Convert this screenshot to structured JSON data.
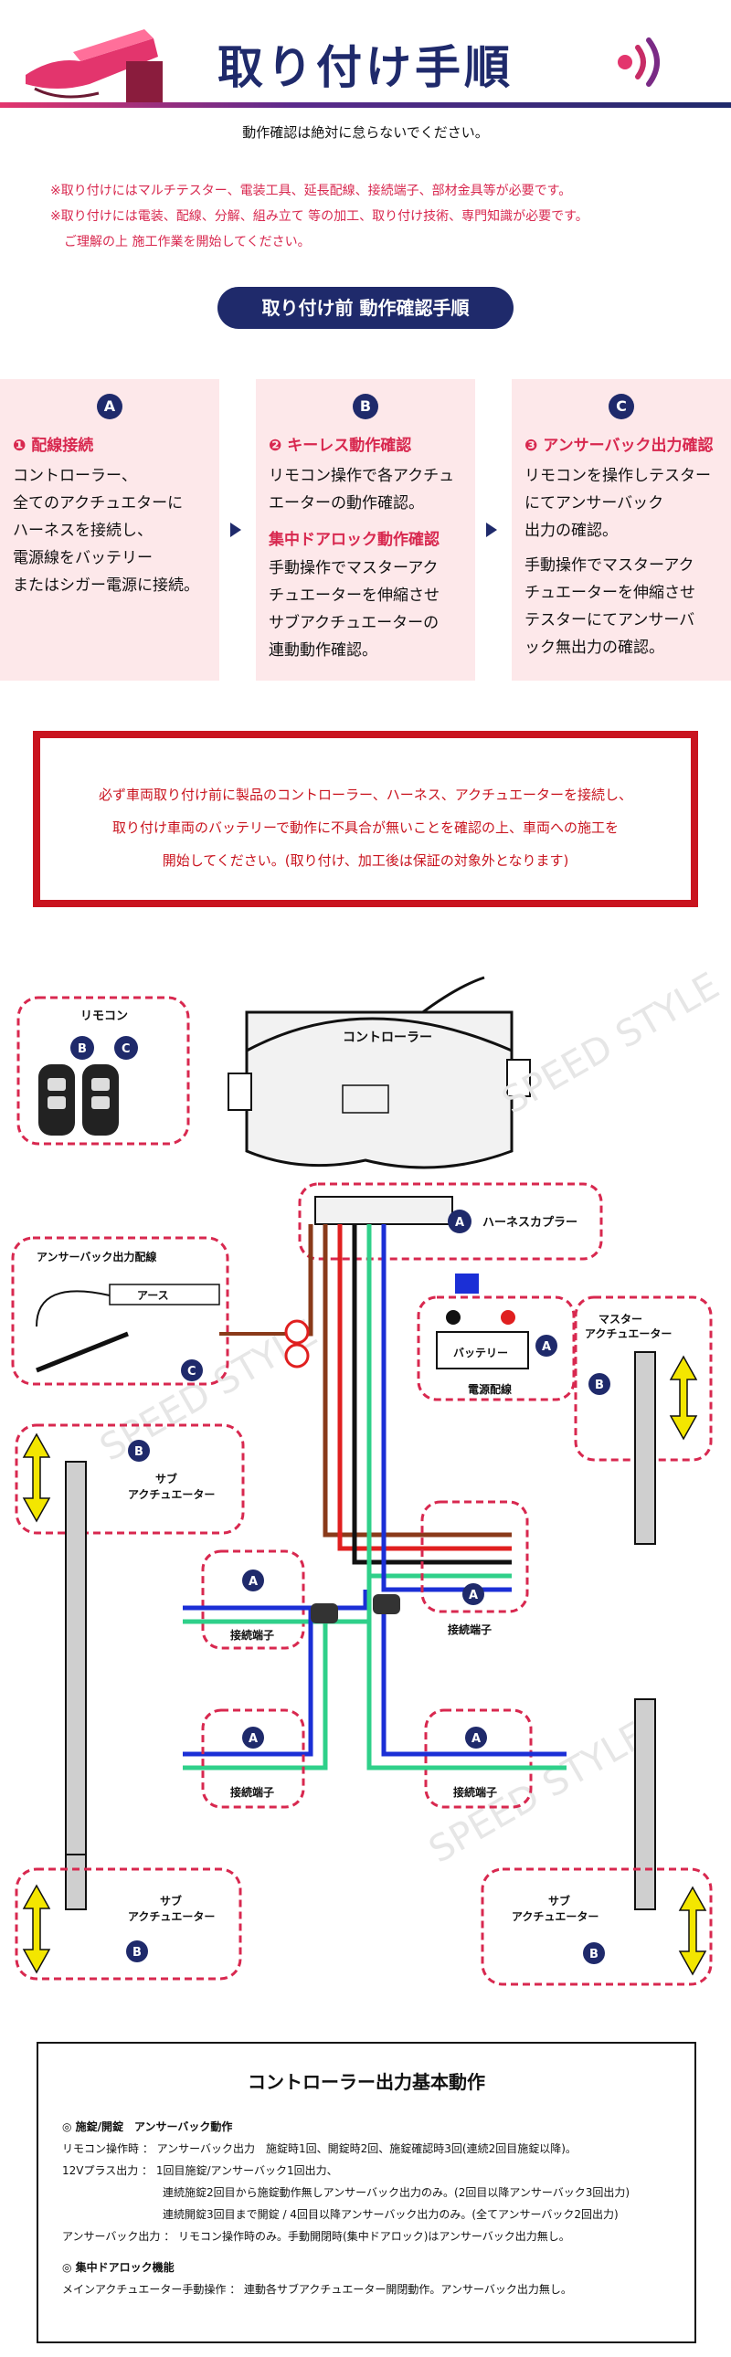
{
  "header": {
    "title": "取り付け手順",
    "subtitle": "動作確認は絶対に怠らないでください。"
  },
  "notes": [
    "※取り付けにはマルチテスター、電装工具、延長配線、接続端子、部材金具等が必要です。",
    "※取り付けには電装、配線、分解、組み立て 等の加工、取り付け技術、専門知識が必要です。",
    "ご理解の上 施工作業を開始してください。"
  ],
  "section_pill": "取り付け前 動作確認手順",
  "cards": [
    {
      "badge": "A",
      "heading": "❶ 配線接続",
      "body": [
        "コントローラー、",
        "全てのアクチュエターに",
        "ハーネスを接続し、",
        "電源線をバッテリー",
        "またはシガー電源に接続。"
      ]
    },
    {
      "badge": "B",
      "heading": "❷ キーレス動作確認",
      "body": [
        "リモコン操作で各アクチュ",
        "エーターの動作確認。"
      ],
      "heading2": "集中ドアロック動作確認",
      "body2": [
        "手動操作でマスターアク",
        "チュエーターを伸縮させ",
        "サブアクチュエーターの",
        "連動動作確認。"
      ]
    },
    {
      "badge": "C",
      "heading": "❸ アンサーバック出力確認",
      "body": [
        "リモコンを操作しテスター",
        "にてアンサーバック",
        "出力の確認。"
      ],
      "body2": [
        "手動操作でマスターアク",
        "チュエーターを伸縮させ",
        "テスターにてアンサーバ",
        "ック無出力の確認。"
      ]
    }
  ],
  "warning": [
    "必ず車両取り付け前に製品のコントローラー、ハーネス、アクチュエーターを接続し、",
    "取り付け車両のバッテリーで動作に不具合が無いことを確認の上、車両への施工を",
    "開始してください。(取り付け、加工後は保証の対象外となります)"
  ],
  "diagram": {
    "remote_label": "リモコン",
    "remote_badges": [
      "B",
      "C"
    ],
    "controller_label": "コントローラー",
    "harness_label": "ハーネスカプラー",
    "answerback_label": "アンサーバック出力配線",
    "earth_label": "アース",
    "battery_label": "バッテリー",
    "power_label": "電源配線",
    "master_label": "マスター\nアクチュエーター",
    "sub_label": "サブ\nアクチュエーター",
    "terminal_label": "接続端子",
    "badge_a": "A",
    "badge_b": "B",
    "badge_c": "C"
  },
  "colors": {
    "navy": "#1f2a6b",
    "pink": "#d8284f",
    "red_border": "#c9141f",
    "card_bg": "#fde8ea",
    "wire_blue": "#1b2fd6",
    "wire_green": "#2fd08a",
    "wire_brown": "#8a3a1a",
    "wire_red": "#e01f1f",
    "wire_black": "#111111",
    "arrow_yellow": "#f3e600"
  },
  "output_box": {
    "title": "コントローラー出力基本動作",
    "section1": "◎ 施錠/開錠　アンサーバック動作",
    "rows": [
      "リモコン操作時 ： アンサーバック出力　施錠時1回、開錠時2回、施錠確認時3回(連続2回目施錠以降)。",
      "12Vプラス出力 ： 1回目施錠/アンサーバック1回出力、",
      "連続施錠2回目から施錠動作無しアンサーバック出力のみ。(2回目以降アンサーバック3回出力)",
      "連続開錠3回目まで開錠 / 4回目以降アンサーバック出力のみ。(全てアンサーバック2回出力)",
      "アンサーバック出力 ： リモコン操作時のみ。手動開閉時(集中ドアロック)はアンサーバック出力無し。"
    ],
    "section2": "◎ 集中ドアロック機能",
    "row_last": "メインアクチュエーター手動操作 ： 連動各サブアクチュエーター開閉動作。アンサーバック出力無し。"
  }
}
